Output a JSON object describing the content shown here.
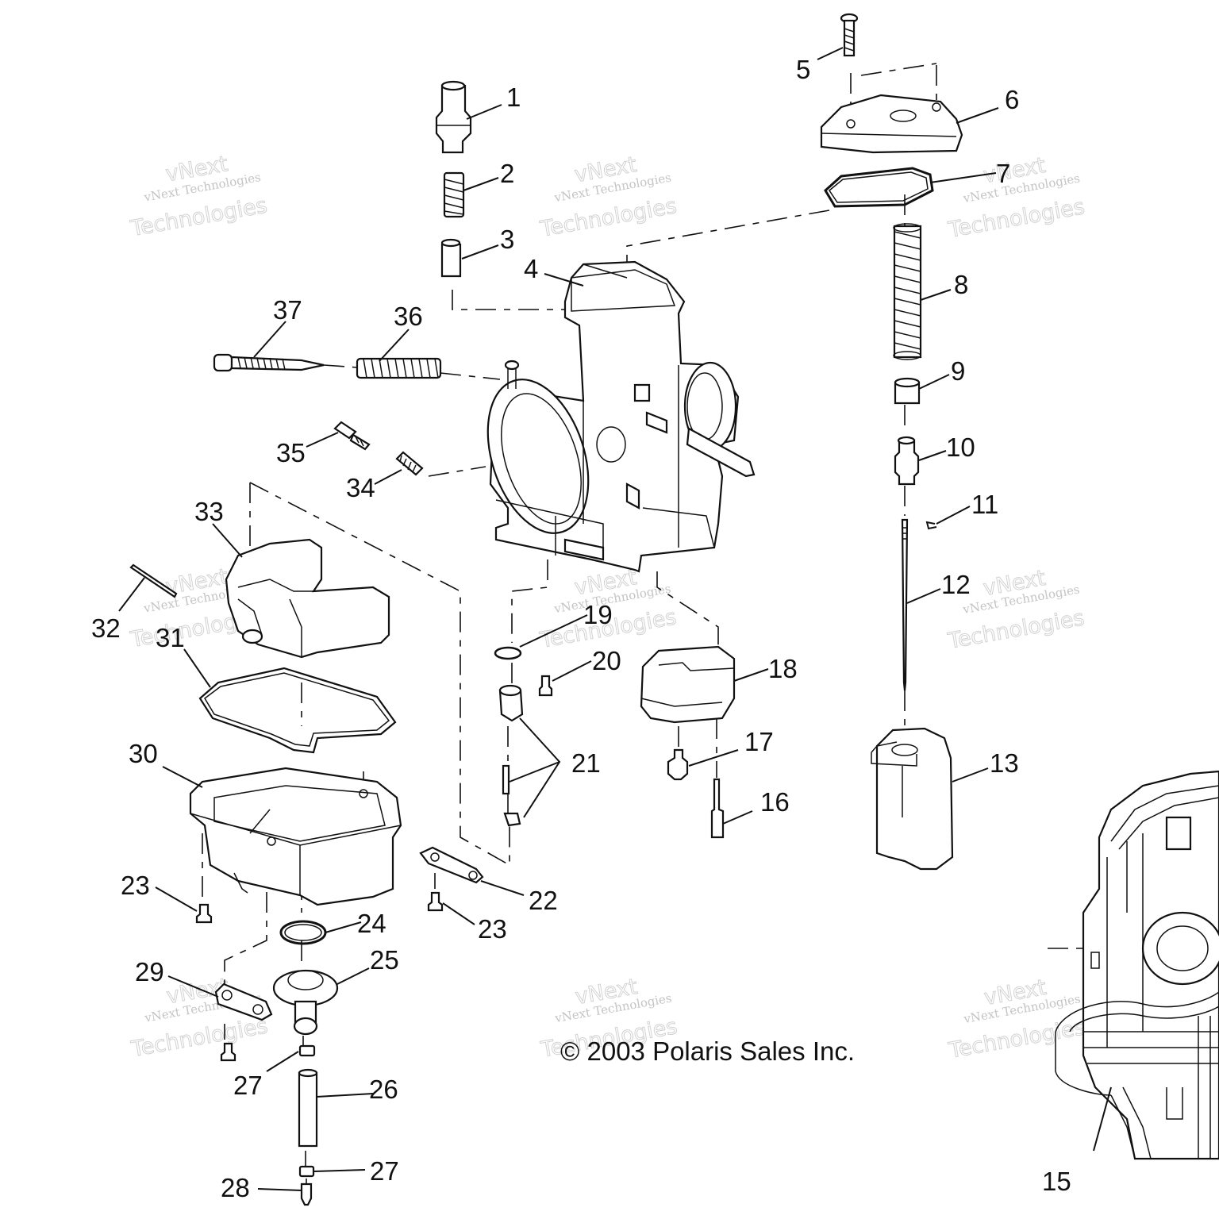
{
  "diagram": {
    "parts": [
      "1",
      "2",
      "3",
      "4",
      "5",
      "6",
      "7",
      "8",
      "9",
      "10",
      "11",
      "12",
      "13",
      "15",
      "16",
      "17",
      "18",
      "19",
      "20",
      "21",
      "22",
      "23",
      "24",
      "25",
      "26",
      "27",
      "28",
      "29",
      "30",
      "31",
      "32",
      "33",
      "34",
      "35",
      "36",
      "37"
    ],
    "copyright": "© 2003 Polaris Sales Inc.",
    "watermark": {
      "small": "vNext Technologies",
      "big": "Technologies",
      "mark": "vNext"
    }
  }
}
